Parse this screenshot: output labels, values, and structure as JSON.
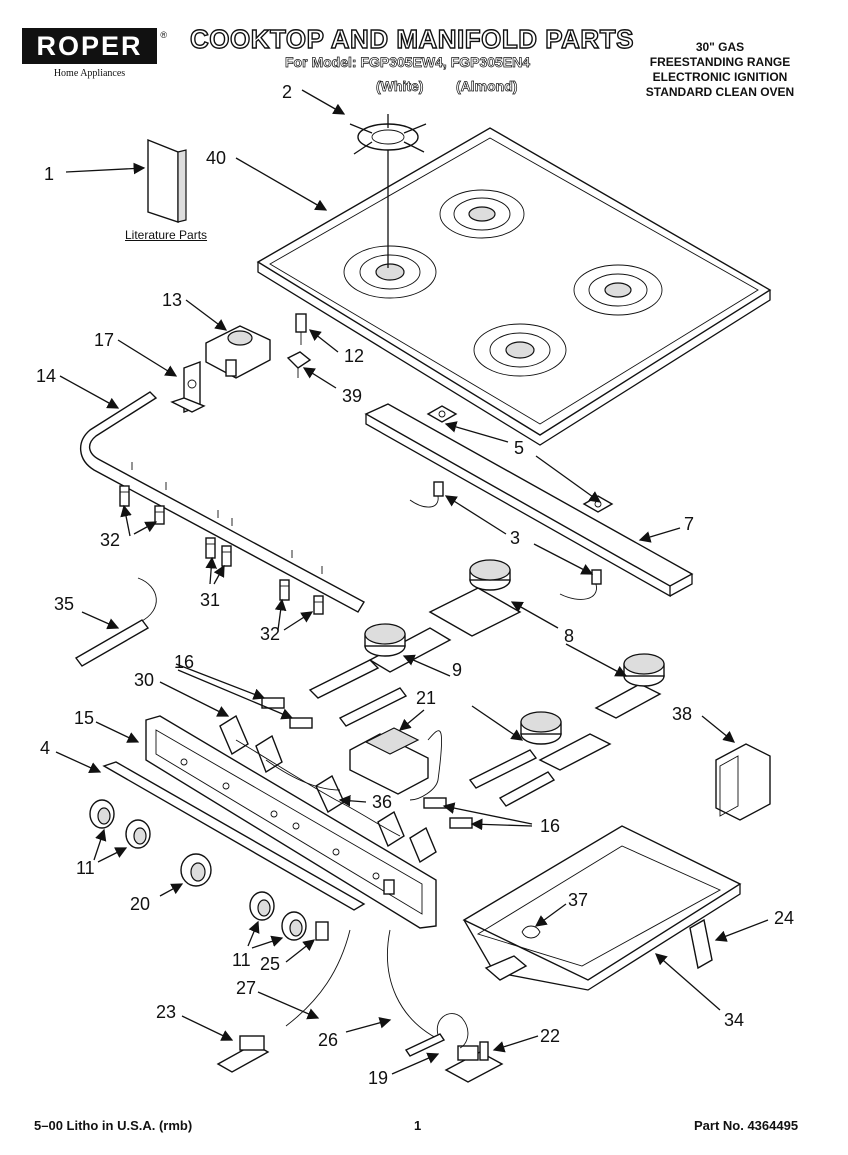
{
  "header": {
    "brand": "ROPER",
    "brand_tm": "®",
    "brand_subtitle": "Home Appliances",
    "title": "COOKTOP AND MANIFOLD PARTS",
    "model_line": "For Model: FGP305EW4, FGP305EN4",
    "variant_white": "(White)",
    "variant_almond": "(Almond)",
    "spec_lines": [
      "30\" GAS",
      "FREESTANDING RANGE",
      "ELECTRONIC IGNITION",
      "STANDARD CLEAN OVEN"
    ]
  },
  "literature_label": "Literature Parts",
  "callouts": [
    "1",
    "2",
    "40",
    "13",
    "12",
    "17",
    "14",
    "39",
    "5",
    "7",
    "3",
    "32",
    "31",
    "35",
    "32",
    "8",
    "16",
    "30",
    "9",
    "21",
    "15",
    "38",
    "4",
    "36",
    "16",
    "11",
    "20",
    "37",
    "24",
    "11",
    "25",
    "27",
    "23",
    "26",
    "22",
    "34",
    "19"
  ],
  "footer": {
    "left": "5–00 Litho in U.S.A. (rmb)",
    "page": "1",
    "part": "Part No. 4364495"
  }
}
